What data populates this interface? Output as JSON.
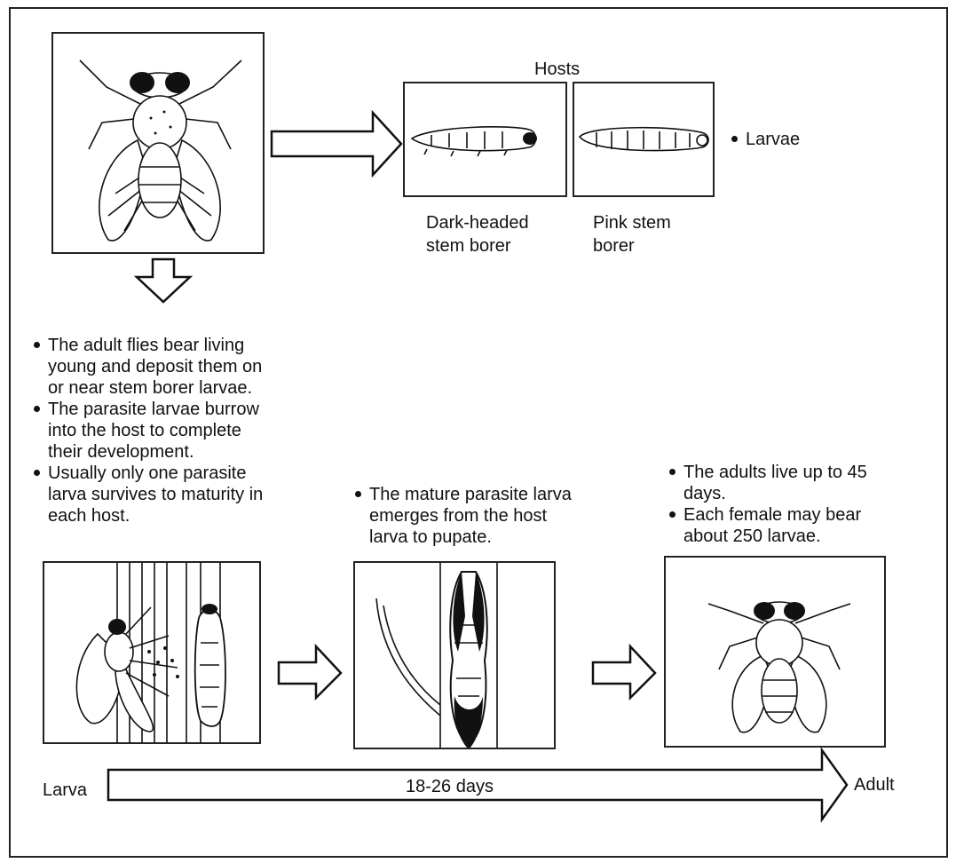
{
  "hosts": {
    "heading": "Hosts",
    "stage_label": "Larvae",
    "items": [
      {
        "name": "Dark-headed stem borer",
        "line1": "Dark-headed",
        "line2": "stem borer"
      },
      {
        "name": "Pink stem borer",
        "line1": "Pink stem",
        "line2": "borer"
      }
    ]
  },
  "notes": {
    "adult_flies": [
      {
        "lines": [
          "The adult flies bear living",
          "young and deposit them on",
          "or near stem borer larvae."
        ]
      },
      {
        "lines": [
          "The parasite larvae burrow",
          "into the host to complete",
          "their development."
        ]
      },
      {
        "lines": [
          "Usually only one parasite",
          "larva survives to maturity in",
          "each host."
        ]
      }
    ],
    "mature_larva": [
      {
        "lines": [
          "The mature parasite larva",
          "emerges from the host",
          "larva to pupate."
        ]
      }
    ],
    "adults": [
      {
        "lines": [
          "The adults live up to 45",
          "days."
        ]
      },
      {
        "lines": [
          "Each female may bear",
          "about 250 larvae."
        ]
      }
    ]
  },
  "timeline": {
    "start_label": "Larva",
    "duration_label": "18-26 days",
    "end_label": "Adult"
  },
  "icons": [
    "adult-fly-icon",
    "dark-headed-stem-borer-larva-icon",
    "pink-stem-borer-larva-icon",
    "fly-depositing-larvae-icon",
    "pupa-in-stem-icon",
    "adult-fly-icon"
  ]
}
